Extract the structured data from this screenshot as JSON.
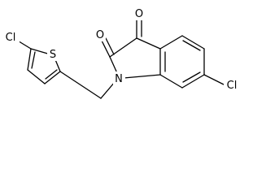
{
  "molecule": {
    "atoms": {
      "cl_thiophene": "Cl",
      "sulfur": "S",
      "oxygen_c2": "O",
      "oxygen_c3": "O",
      "nitrogen": "N",
      "cl_indoline": "Cl"
    }
  }
}
